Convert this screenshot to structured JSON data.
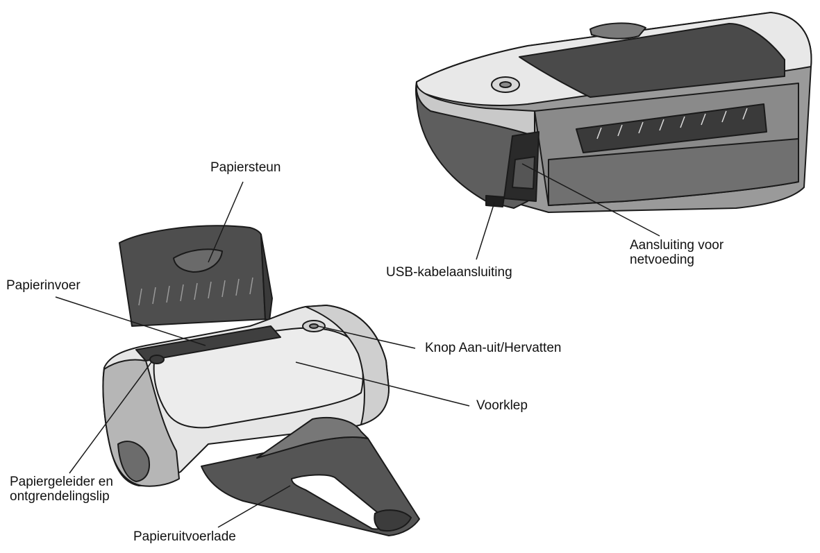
{
  "labels": {
    "papiersteun": "Papiersteun",
    "papierinvoer": "Papierinvoer",
    "knop": "Knop Aan-uit/Hervatten",
    "voorklep": "Voorklep",
    "papiergeleider_line1": "Papiergeleider en",
    "papiergeleider_line2": "ontgrendelingslip",
    "papieruitvoerlade": "Papieruitvoerlade",
    "usb": "USB-kabelaansluiting",
    "aansluiting_line1": "Aansluiting voor",
    "aansluiting_line2": "netvoeding"
  },
  "colors": {
    "outline": "#1a1a1a",
    "light_body": "#e9e9e9",
    "mid_gray": "#bdbdbd",
    "dark_gray": "#6f6f6f",
    "darker_gray": "#4c4c4c",
    "darkest": "#2e2e2e"
  }
}
